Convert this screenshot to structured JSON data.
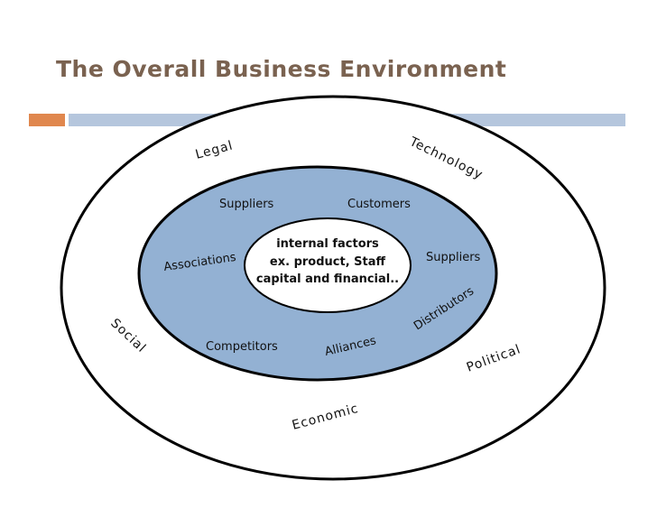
{
  "title": "The Overall Business Environment",
  "outer_ring_labels": {
    "legal": "Legal",
    "technology": "Technology",
    "social": "Social",
    "political": "Political",
    "economic": "Economic"
  },
  "middle_ring_labels": {
    "suppliers_top": "Suppliers",
    "customers": "Customers",
    "associations": "Associations",
    "suppliers_right": "Suppliers",
    "distributors": "Distributors",
    "competitors": "Competitors",
    "alliances": "Alliances"
  },
  "core": {
    "line1": "internal factors",
    "line2": "ex. product, Staff",
    "line3": "capital and financial.."
  },
  "colors": {
    "title": "#7a6250",
    "accent_orange": "#e0874e",
    "accent_blue_bar": "#b5c6dd",
    "middle_fill": "#93b1d3",
    "core_fill": "#ffffff"
  }
}
